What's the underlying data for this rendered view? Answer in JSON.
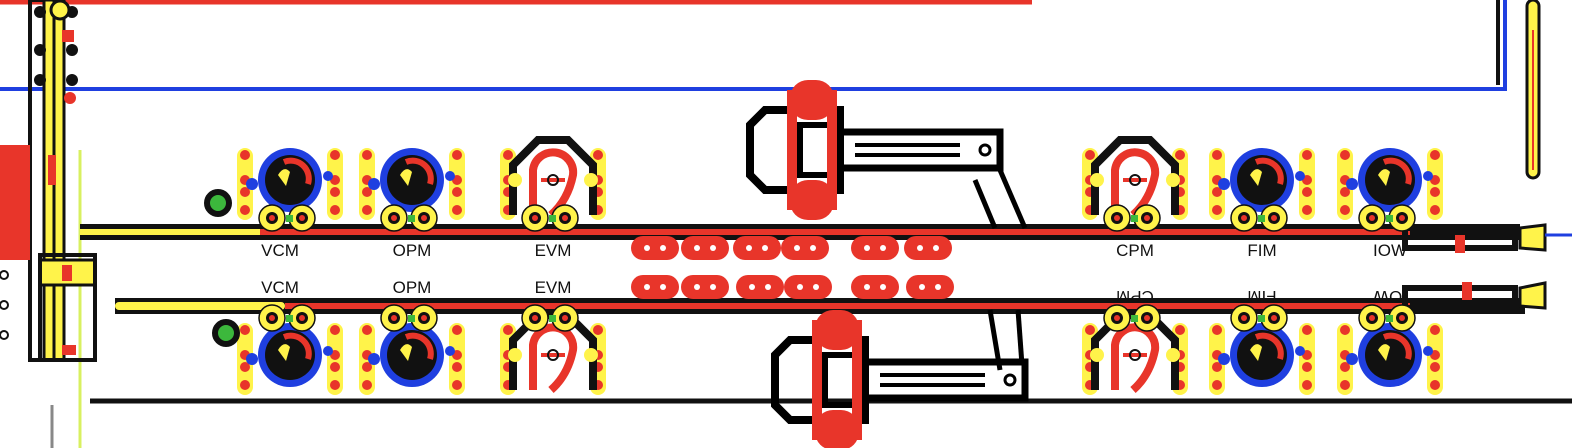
{
  "colors": {
    "copper_top": "#e8352a",
    "copper_bottom": "#1f3fe0",
    "silk": "#000000",
    "pad": "#fff34a",
    "via": "#3cb83c",
    "outline": "#d8f060"
  },
  "top_row": [
    {
      "label": "VCM",
      "kind": "pot"
    },
    {
      "label": "OPM",
      "kind": "pot"
    },
    {
      "label": "EVM",
      "kind": "switch"
    },
    {
      "label": "CPM",
      "kind": "switch"
    },
    {
      "label": "FIM",
      "kind": "pot"
    },
    {
      "label": "IOW",
      "kind": "pot"
    }
  ],
  "bottom_row": [
    {
      "label": "VCM",
      "kind": "pot"
    },
    {
      "label": "OPM",
      "kind": "pot"
    },
    {
      "label": "EVM",
      "kind": "switch"
    },
    {
      "label": "CPM",
      "kind": "switch"
    },
    {
      "label": "FIM",
      "kind": "pot"
    },
    {
      "label": "IOW",
      "kind": "pot"
    }
  ]
}
